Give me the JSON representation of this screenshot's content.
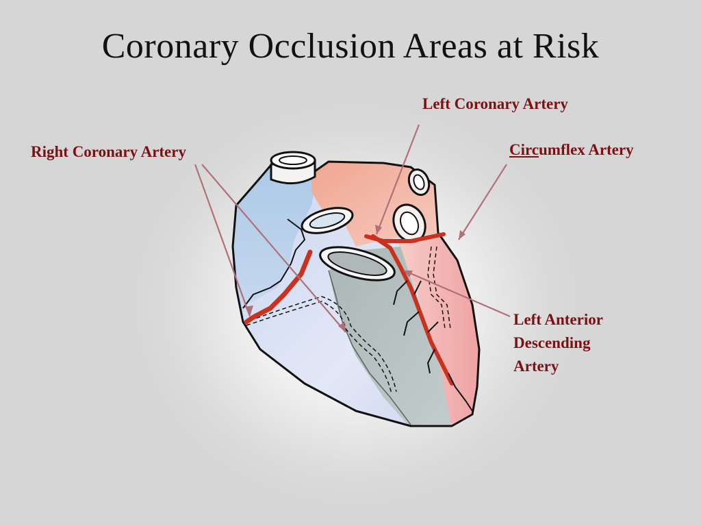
{
  "title": "Coronary Occlusion Areas at Risk",
  "labels": {
    "right_coronary": "Right Coronary Artery",
    "left_coronary": "Left Coronary Artery",
    "circumflex_underlined": "Circ",
    "circumflex_rest": "umflex Artery",
    "lad_line1": "Left Anterior",
    "lad_line2": "Descending",
    "lad_line3": "Artery"
  },
  "colors": {
    "label_text": "#7b1113",
    "artery": "#c8321e",
    "pointer": "#b07078",
    "right_region": "#bcd3ea",
    "left_region": "#f2b8a8",
    "lad_region": "#b9c2c2",
    "inferior_region": "#cdd7ee"
  }
}
